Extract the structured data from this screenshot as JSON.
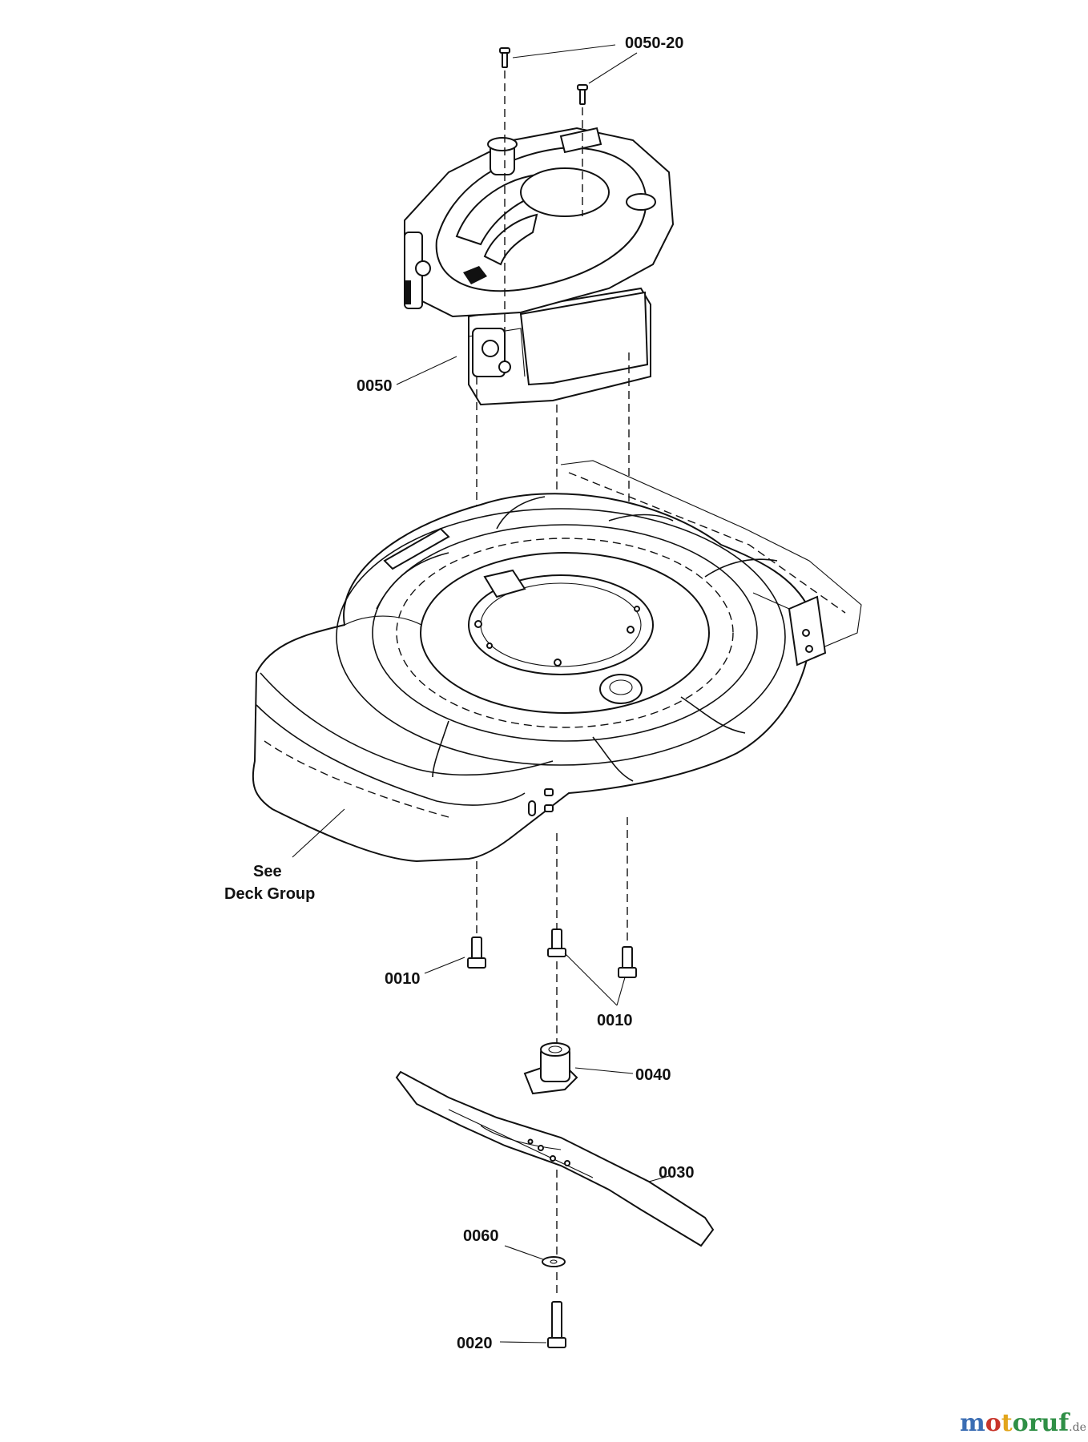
{
  "callouts": {
    "engine_screws": "0050-20",
    "engine": "0050",
    "deck_see": "See",
    "deck_group": "Deck Group",
    "bolt_left": "0010",
    "bolt_right": "0010",
    "adapter": "0040",
    "blade": "0030",
    "washer": "0060",
    "blade_bolt": "0020"
  },
  "watermark": {
    "brand": "motoruf",
    "tld": ".de"
  },
  "colors": {
    "line": "#111111",
    "background": "#ffffff",
    "watermark_m": "#3b6db3",
    "watermark_o": "#c8352b",
    "watermark_t": "#e2a51c",
    "watermark_rest": "#2f8f46"
  }
}
